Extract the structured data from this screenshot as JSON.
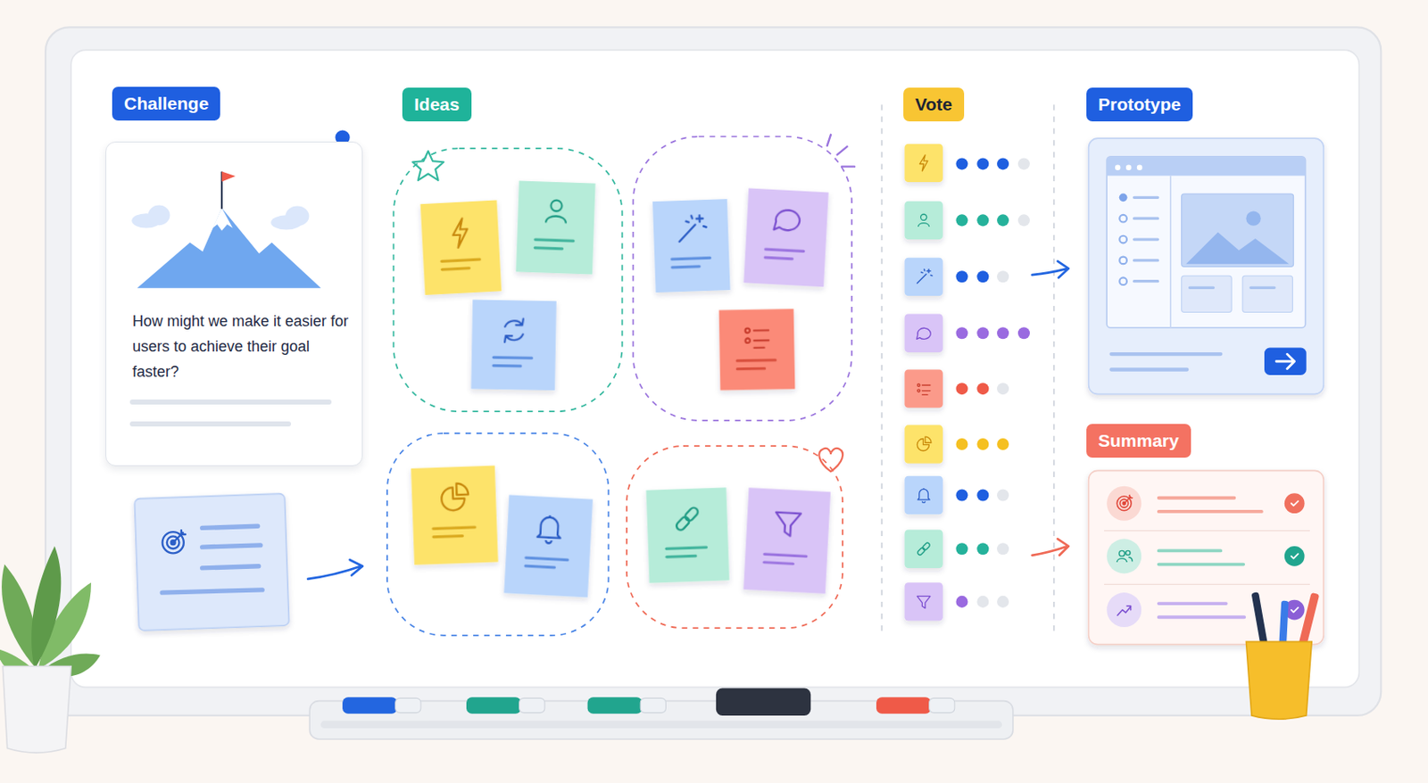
{
  "diagram": {
    "nodes": [
      {
        "text": [
          "Challenge",
          "How might we make it easier for users to achieve their goal faster?"
        ]
      },
      {
        "text": [
          "Ideas"
        ]
      },
      {
        "text": [
          "Vote"
        ]
      },
      {
        "text": [
          "Prototype"
        ]
      },
      {
        "text": [
          "Summary"
        ]
      }
    ]
  }
}
